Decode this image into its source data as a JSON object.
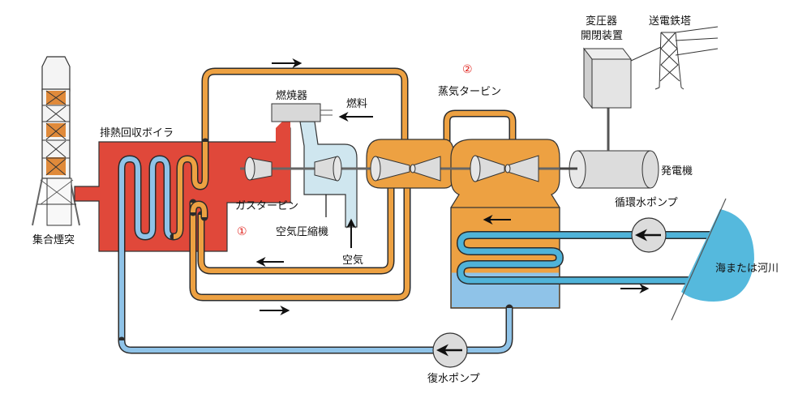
{
  "title": "コンバインドサイクル発電の仕組み",
  "labels": {
    "stack": "集合煙突",
    "hrsg": "排熱回収ボイラ",
    "combustor": "燃焼器",
    "fuel": "燃料",
    "gas_turbine": "ガスタービン",
    "compressor": "空気圧縮機",
    "air": "空気",
    "steam_turbine": "蒸気タービン",
    "transformer_line1": "変圧器",
    "transformer_line2": "開閉装置",
    "pylon": "送電鉄塔",
    "generator": "発電機",
    "circ_pump": "循環水ポンプ",
    "sea": "海または河川",
    "condensate_pump": "復水ポンプ"
  },
  "markers": {
    "gas_turbine_number": "①",
    "steam_turbine_number": "②"
  },
  "colors": {
    "exhaust_red": "#e0483a",
    "steam_orange": "#eda142",
    "water_blue": "#8fc3e8",
    "cooling_blue": "#4fb3d9",
    "air_blue": "#cfe6ef",
    "sea_blue": "#55b9dd",
    "machine_gray": "#d8d8d8",
    "marker_red": "#e0201a"
  }
}
